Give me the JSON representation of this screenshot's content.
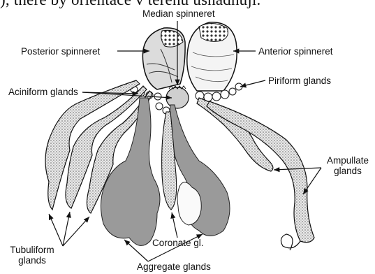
{
  "cut_text": "), there by orientace v terénu usnadňují.",
  "labels": {
    "median": "Median spinneret",
    "posterior": "Posterior spinneret",
    "anterior": "Anterior spinneret",
    "piriform": "Piriform glands",
    "aciniform": "Aciniform glands",
    "ampullate_1": "Ampullate",
    "ampullate_2": "glands",
    "tubuliform_1": "Tubuliform",
    "tubuliform_2": "glands",
    "coronate": "Coronate gl.",
    "aggregate": "Aggregate glands"
  }
}
